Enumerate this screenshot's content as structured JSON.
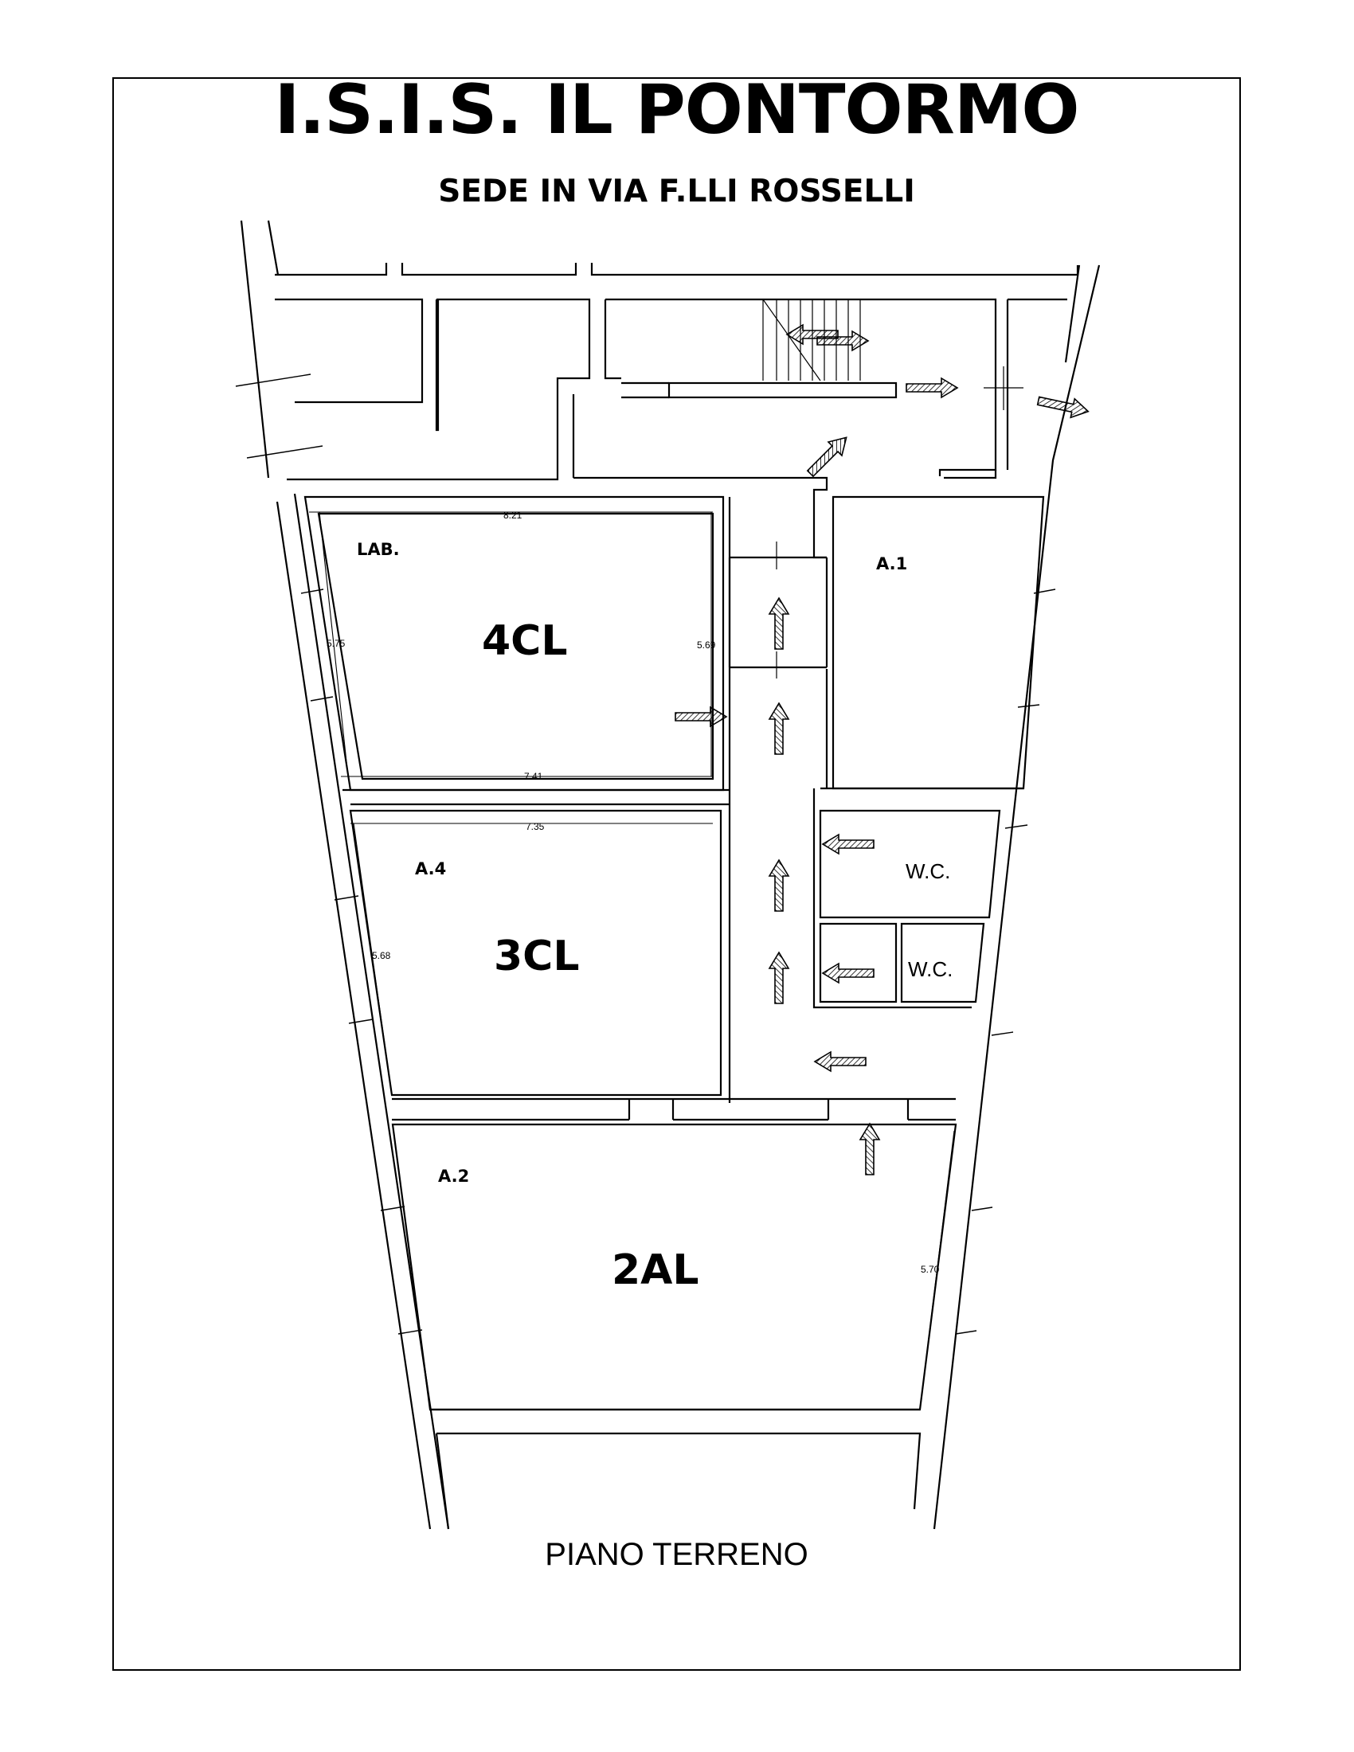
{
  "header": {
    "title": "I.S.I.S. IL PONTORMO",
    "subtitle": "SEDE IN VIA F.LLI ROSSELLI"
  },
  "footer": {
    "floor_label": "PIANO TERRENO"
  },
  "rooms": {
    "lab_label": "LAB.",
    "lab_class": "4CL",
    "a1_label": "A.1",
    "a4_label": "A.4",
    "a4_class": "3CL",
    "a2_label": "A.2",
    "a2_class": "2AL",
    "wc_upper": "W.C.",
    "wc_lower": "W.C."
  },
  "dimensions": {
    "lab_top": "8.21",
    "lab_left": "5.75",
    "lab_right": "5.69",
    "lab_bottom": "7.41",
    "a4_top": "7.35",
    "a4_left": "5.68",
    "a2_right": "5.70"
  },
  "colors": {
    "lines": "#000000",
    "background": "#ffffff"
  }
}
